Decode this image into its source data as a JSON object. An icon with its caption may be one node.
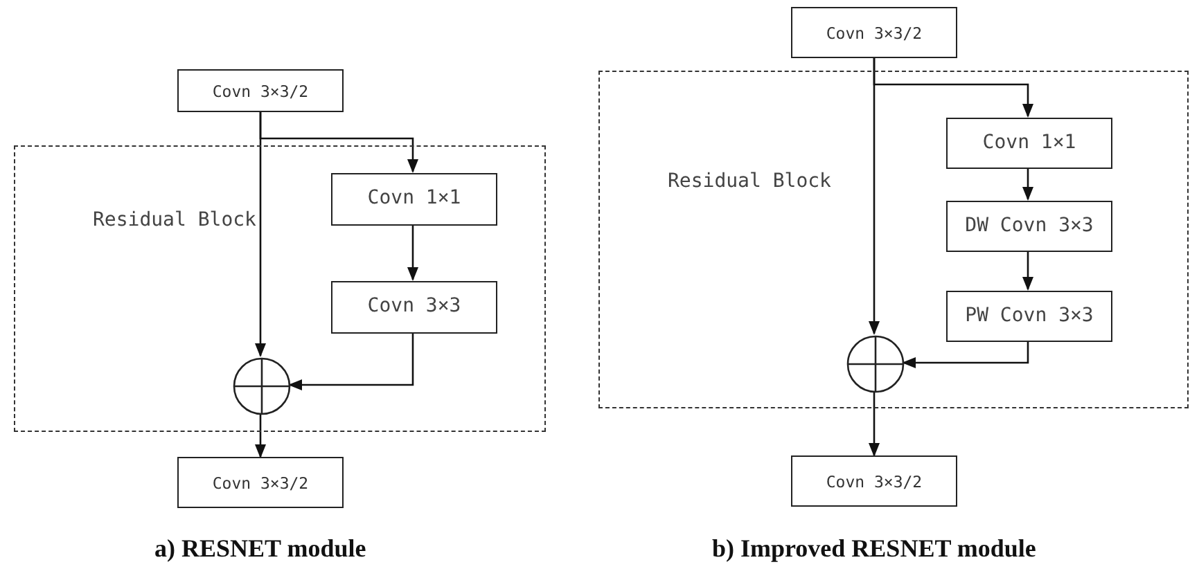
{
  "diagram": {
    "nodes": [
      {
        "text": [
          "Covn 3×3/2"
        ]
      },
      {
        "text": [
          "Residual Block"
        ]
      },
      {
        "text": [
          "Covn 1×1"
        ],
        "in": 1
      },
      {
        "text": [
          "Covn 3×3"
        ],
        "in": 1
      },
      {
        "text": [],
        "shape": "circle",
        "in": 1
      },
      {
        "text": [
          "Covn 3×3/2"
        ]
      },
      {
        "text": [
          "Covn 3×3/2"
        ]
      },
      {
        "text": [
          "Residual Block"
        ]
      },
      {
        "text": [
          "Covn 1×1"
        ],
        "in": 7
      },
      {
        "text": [
          "DW Covn 3×3"
        ],
        "in": 7
      },
      {
        "text": [
          "PW Covn 3×3"
        ],
        "in": 7
      },
      {
        "text": [],
        "shape": "circle",
        "in": 7
      },
      {
        "text": [
          "Covn 3×3/2"
        ]
      }
    ],
    "edges": [
      {
        "from": 0,
        "to": 4,
        "arrow": "to"
      },
      {
        "from": 0,
        "to": 2,
        "arrow": "to"
      },
      {
        "from": 2,
        "to": 3,
        "arrow": "to"
      },
      {
        "from": 3,
        "to": 4,
        "arrow": "to"
      },
      {
        "from": 4,
        "to": 5,
        "arrow": "to"
      },
      {
        "from": 6,
        "to": 11,
        "arrow": "to"
      },
      {
        "from": 6,
        "to": 8,
        "arrow": "to"
      },
      {
        "from": 8,
        "to": 9,
        "arrow": "to"
      },
      {
        "from": 9,
        "to": 10,
        "arrow": "to"
      },
      {
        "from": 10,
        "to": 11,
        "arrow": "to"
      },
      {
        "from": 11,
        "to": 12,
        "arrow": "to"
      }
    ],
    "labels": [
      "a) RESNET module",
      "b) Improved RESNET module"
    ]
  }
}
